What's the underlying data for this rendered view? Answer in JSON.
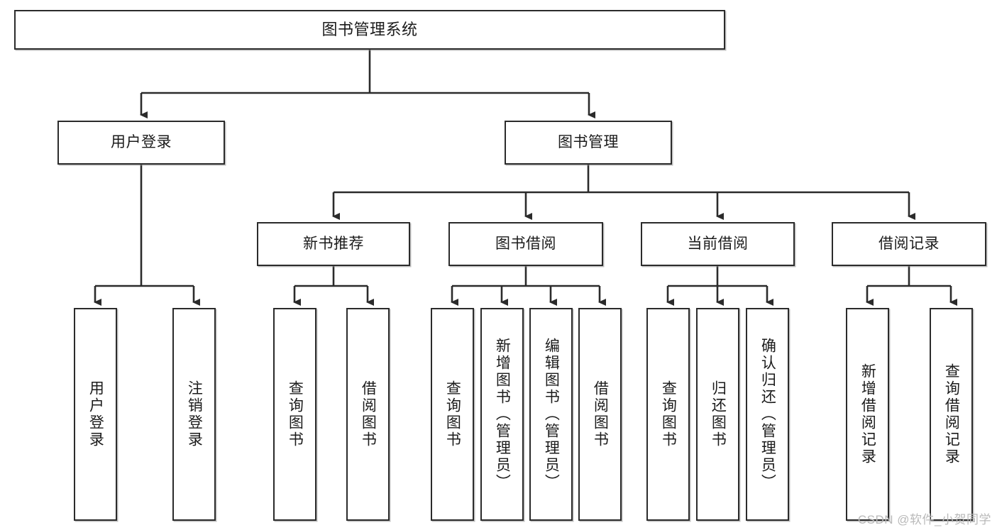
{
  "diagram": {
    "title": "图书管理系统",
    "type": "tree-hierarchy",
    "orientation": "top-down",
    "colors": {
      "box_border": "#2b2b2b",
      "box_fill": "#ffffff",
      "connector": "#2b2b2b",
      "text": "#1b1b1b",
      "watermark": "#b9b9b9",
      "background": "#ffffff"
    }
  },
  "root": {
    "label": "图书管理系统"
  },
  "level2": [
    {
      "label": "用户登录"
    },
    {
      "label": "图书管理"
    }
  ],
  "level3": [
    {
      "label": "新书推荐"
    },
    {
      "label": "图书借阅"
    },
    {
      "label": "当前借阅"
    },
    {
      "label": "借阅记录"
    }
  ],
  "leaves": {
    "user_login": [
      {
        "label": "用户登录"
      },
      {
        "label": "注销登录"
      }
    ],
    "new_book_recommend": [
      {
        "label": "查询图书"
      },
      {
        "label": "借阅图书"
      }
    ],
    "book_borrow": [
      {
        "label": "查询图书"
      },
      {
        "label": "新增图书（管理员）"
      },
      {
        "label": "编辑图书（管理员）"
      },
      {
        "label": "借阅图书"
      }
    ],
    "current_borrow": [
      {
        "label": "查询图书"
      },
      {
        "label": "归还图书"
      },
      {
        "label": "确认归还（管理员）"
      }
    ],
    "borrow_record": [
      {
        "label": "新增借阅记录"
      },
      {
        "label": "查询借阅记录"
      }
    ]
  },
  "watermark": {
    "text": "CSDN @软件_小贺同学"
  }
}
